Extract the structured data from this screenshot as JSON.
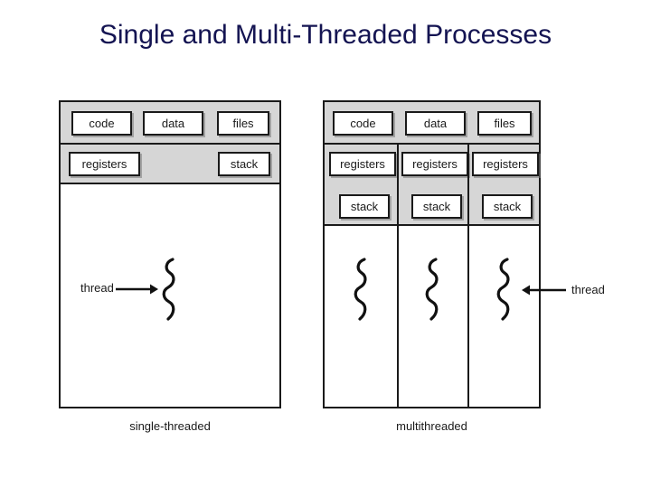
{
  "slide": {
    "title": "Single and Multi-Threaded Processes",
    "title_color": "#141452",
    "background_color": "#ffffff",
    "band_color": "#d6d6d6",
    "line_color": "#1a1a1a"
  },
  "single_threaded": {
    "caption": "single-threaded",
    "resource_row": [
      {
        "label": "code"
      },
      {
        "label": "data"
      },
      {
        "label": "files"
      }
    ],
    "thread_row": [
      {
        "label": "registers"
      },
      {
        "label": "stack"
      }
    ],
    "threads": [
      {
        "label": "thread"
      }
    ]
  },
  "multithreaded": {
    "caption": "multithreaded",
    "resource_row": [
      {
        "label": "code"
      },
      {
        "label": "data"
      },
      {
        "label": "files"
      }
    ],
    "columns": [
      {
        "registers": "registers",
        "stack": "stack"
      },
      {
        "registers": "registers",
        "stack": "stack"
      },
      {
        "registers": "registers",
        "stack": "stack"
      }
    ],
    "threads": [
      {
        "label": "thread"
      }
    ]
  }
}
